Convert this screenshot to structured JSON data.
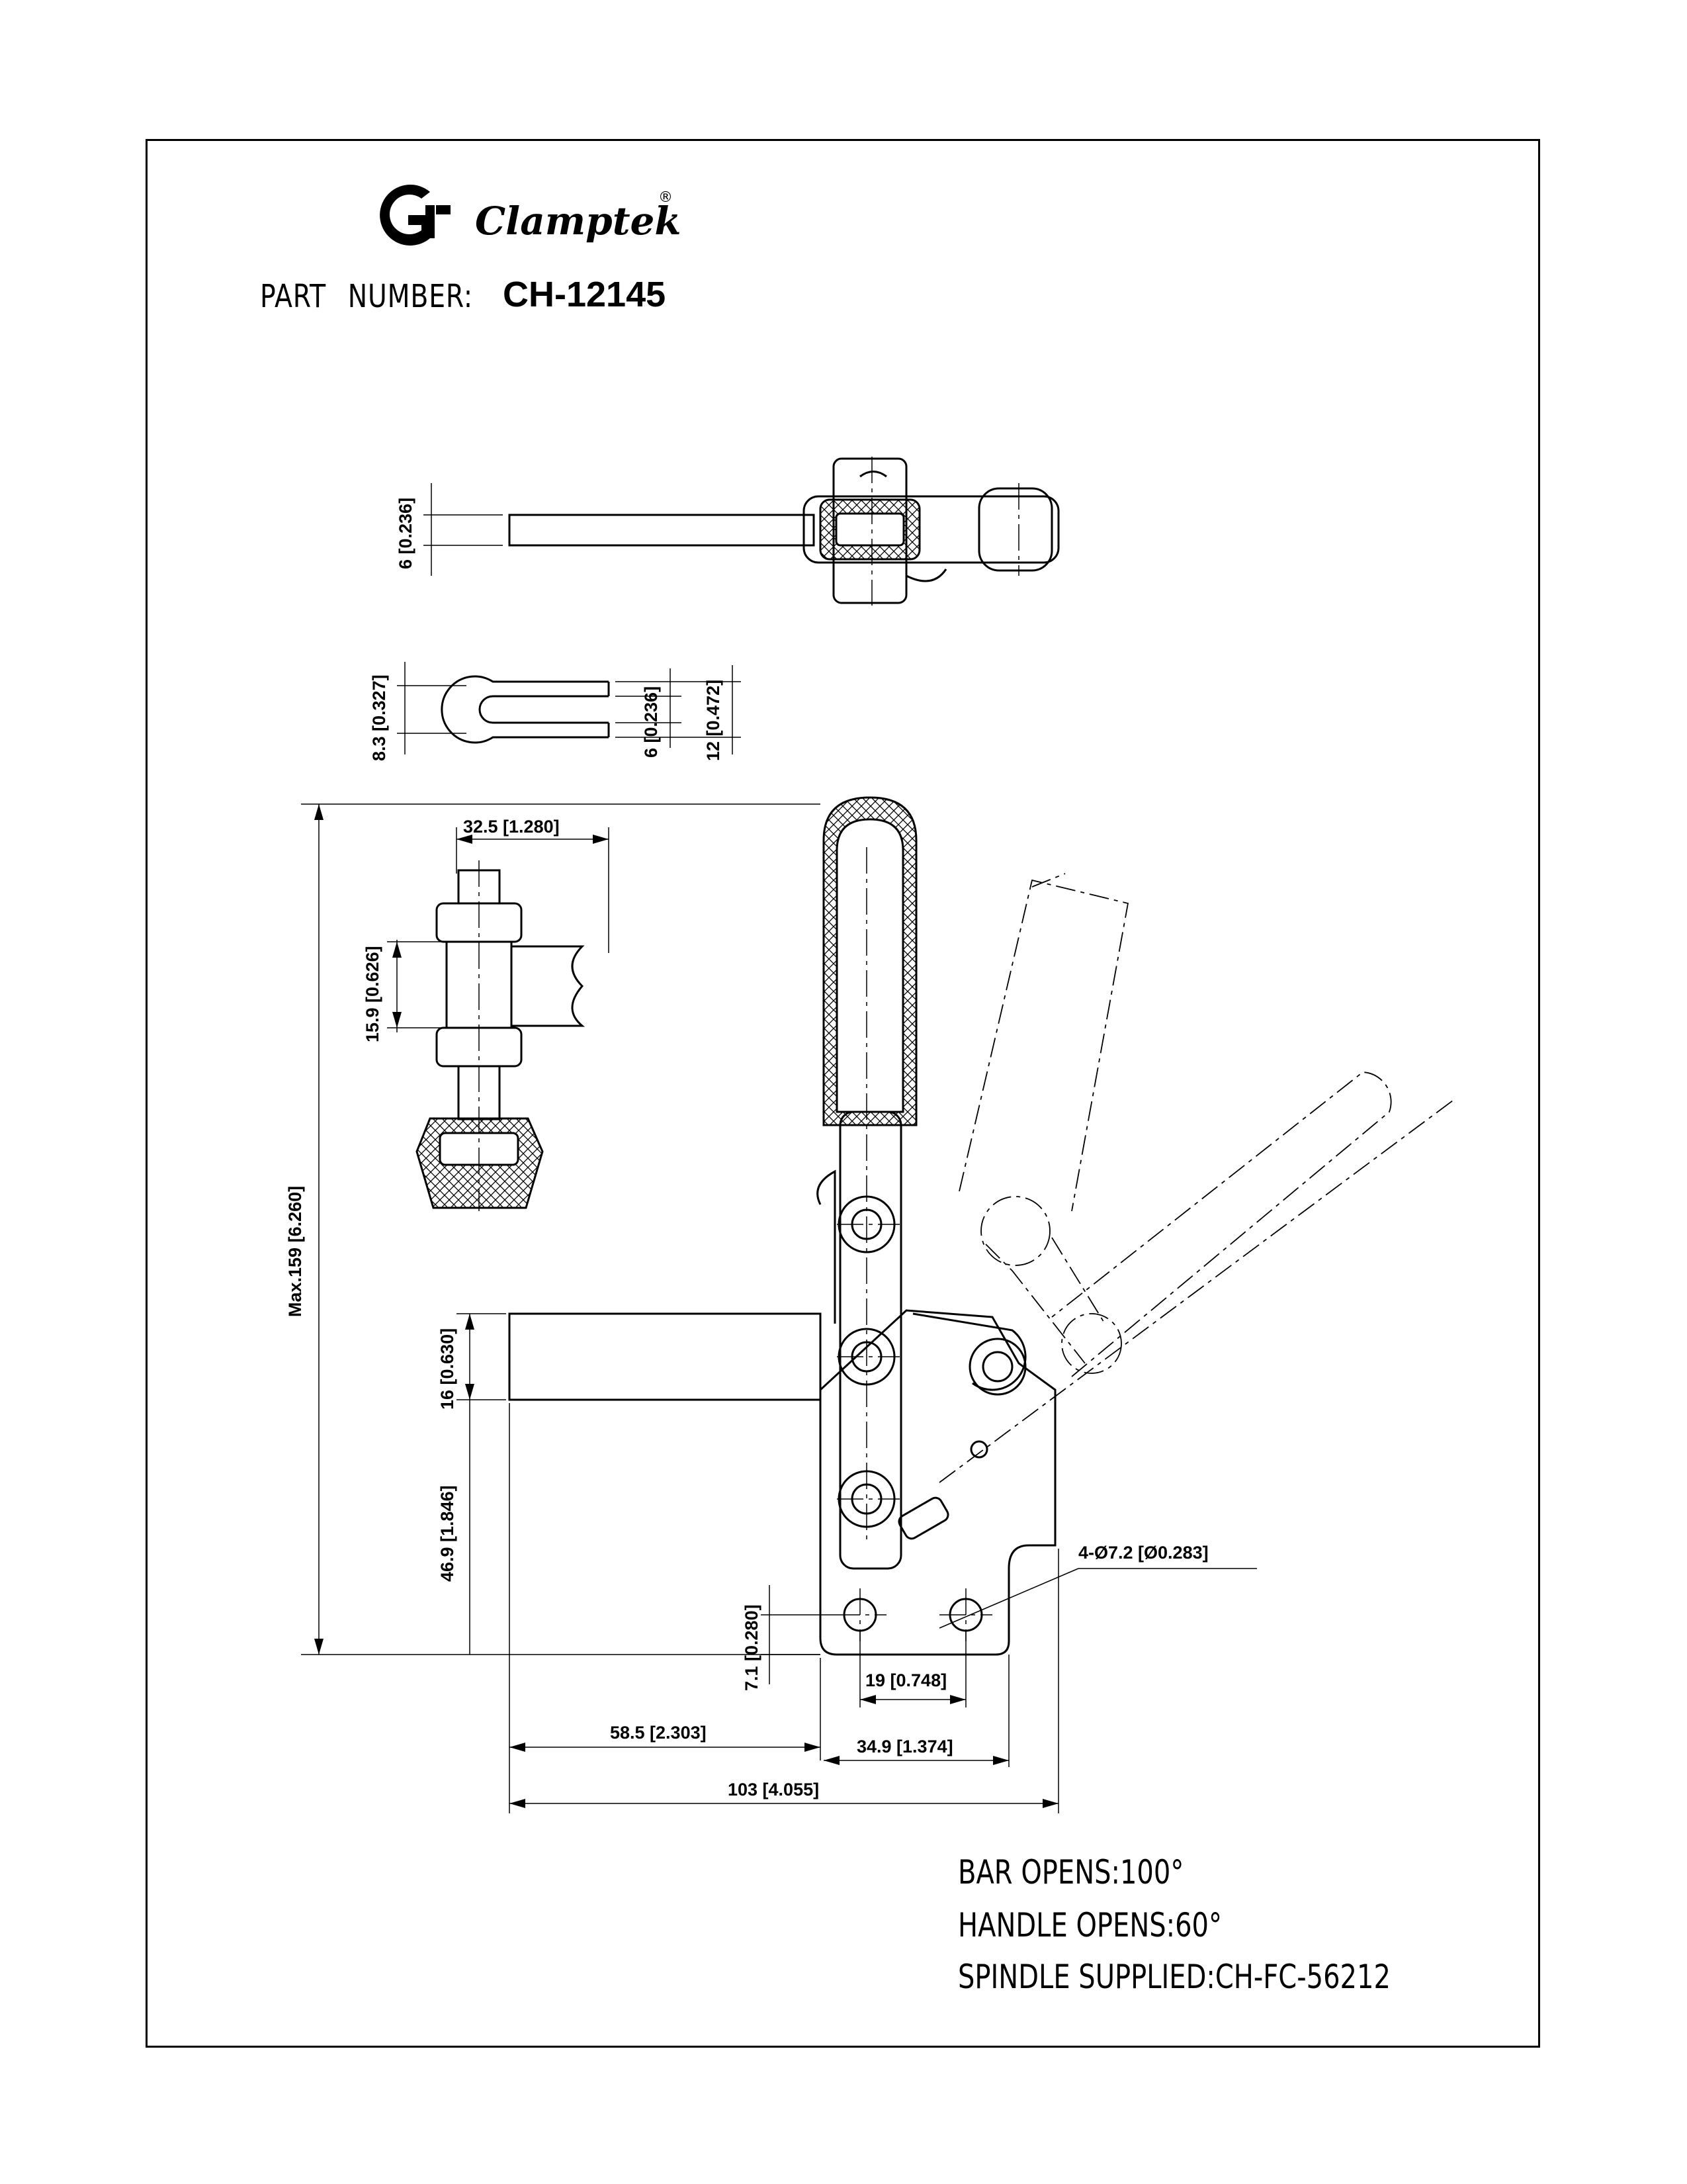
{
  "brand": {
    "name": "Clamptek",
    "registered_mark": "®"
  },
  "part": {
    "label_1": "PART",
    "label_2": "NUMBER:",
    "number": "CH-12145"
  },
  "dimensions": {
    "d1": "6 [0.236]",
    "d2": "8.3 [0.327]",
    "d3": "6 [0.236]",
    "d4": "12 [0.472]",
    "d5": "32.5 [1.280]",
    "d6": "15.9 [0.626]",
    "d7": "Max.159 [6.260]",
    "d8": "16 [0.630]",
    "d9": "46.9 [1.846]",
    "d10": "7.1 [0.280]",
    "d11": "19 [0.748]",
    "d12": "58.5 [2.303]",
    "d13": "34.9 [1.374]",
    "d14": "103 [4.055]",
    "d15": "4-Ø7.2 [Ø0.283]"
  },
  "notes": {
    "bar_opens": "BAR OPENS:100°",
    "handle_opens": "HANDLE OPENS:60°",
    "spindle": "SPINDLE SUPPLIED:CH-FC-56212"
  }
}
